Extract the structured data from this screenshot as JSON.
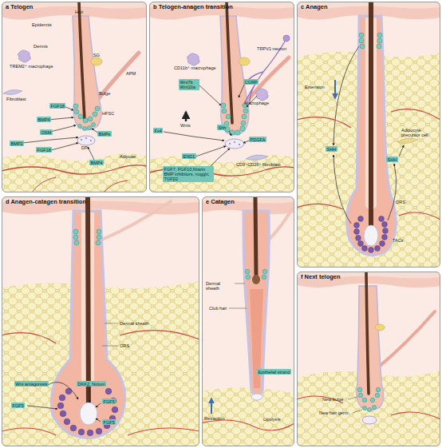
{
  "diagram": {
    "nodes": [
      {
        "text": [
          "a Telogen"
        ]
      },
      {
        "text": [
          "FGF18"
        ],
        "in": 0
      },
      {
        "text": [
          "BMP4"
        ],
        "in": 0
      },
      {
        "text": [
          "OSM"
        ],
        "in": 0
      },
      {
        "text": [
          "BMP2"
        ],
        "in": 0
      },
      {
        "text": [
          "BMPs"
        ],
        "in": 0
      },
      {
        "text": [
          "FGF18"
        ],
        "in": 0
      },
      {
        "text": [
          "BMP4"
        ],
        "in": 0
      },
      {
        "text": [
          "b Telogen-anagen transition"
        ]
      },
      {
        "text": [
          "Wnt7b Wnt10a"
        ],
        "in": 8
      },
      {
        "text": [
          "CGRP"
        ],
        "in": 8
      },
      {
        "text": [
          "Fx4"
        ],
        "in": 8
      },
      {
        "text": [
          "Shh"
        ],
        "in": 8
      },
      {
        "text": [
          "PDGFA"
        ],
        "in": 8
      },
      {
        "text": [
          "END1"
        ],
        "in": 8
      },
      {
        "text": [
          "FGF7, FGF10,Nrarin BMP inhibitors, noggin, TGFβ2"
        ],
        "in": 8
      },
      {
        "text": [
          "c Anagen"
        ]
      },
      {
        "text": [
          "SHH"
        ],
        "in": 16
      },
      {
        "text": [
          "SHH"
        ],
        "in": 16
      },
      {
        "text": [
          "d Anagen-catagen transition"
        ]
      },
      {
        "text": [
          "Wnt antagonists"
        ],
        "in": 19
      },
      {
        "text": [
          "DKK2, Notum"
        ],
        "in": 19
      },
      {
        "text": [
          "FGF5"
        ],
        "in": 19
      },
      {
        "text": [
          "FGF5"
        ],
        "in": 19
      },
      {
        "text": [
          "FGF5"
        ],
        "in": 19
      },
      {
        "text": [
          "e Catagen"
        ]
      },
      {
        "text": [
          "Epithelial strand"
        ],
        "in": 25
      },
      {
        "text": [
          "f Next telogen"
        ]
      }
    ],
    "labels": [
      "Hair",
      "Epidermis",
      "Dermis",
      "TREM2⁺ macrophage",
      "SG",
      "APM",
      "Fibroblast",
      "Bulge",
      "HFSC",
      "DP",
      "Adipose",
      "CD11b⁺ macrophage",
      "TRPV1 neuron",
      "Macrophage",
      "Wnts",
      "CD9⁺CD26⁺ fibroblast",
      "Extension",
      "Adipocyte precursor cell",
      "ORS",
      "TACs",
      "Dermal sheath",
      "ORS",
      "Dermal sheath",
      "Club hair",
      "Retraction",
      "Lipolysis",
      "New bulge",
      "New hair germ"
    ]
  }
}
